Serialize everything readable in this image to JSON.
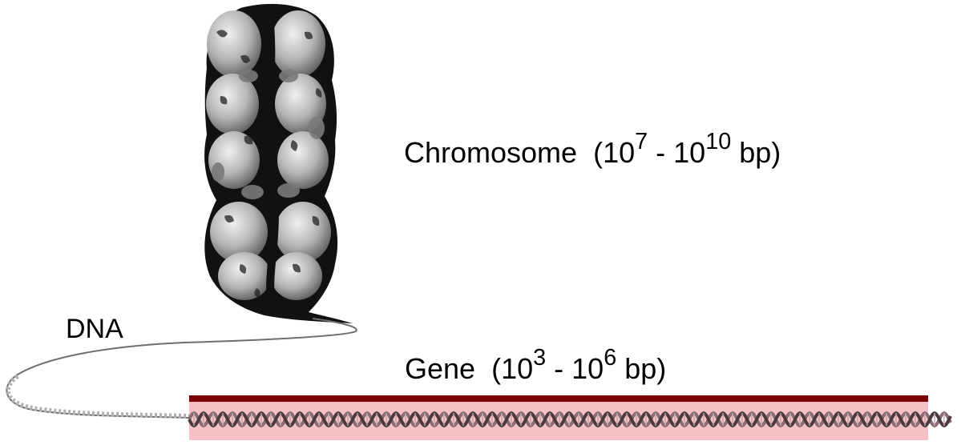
{
  "labels": {
    "chromosome": {
      "name": "Chromosome",
      "open": "(10",
      "exp1": "7",
      "mid": " - 10",
      "exp2": "10",
      "close": " bp)"
    },
    "gene": {
      "name": "Gene",
      "open": "(10",
      "exp1": "3",
      "mid": " - 10",
      "exp2": "6",
      "close": " bp)"
    },
    "dna": "DNA"
  },
  "colors": {
    "gene_bar": "#7a0000",
    "gene_highlight": "#f6c0c4",
    "chromosome_dark": "#111111",
    "chromosome_mid": "#808080",
    "chromosome_light": "#d6d6d6",
    "dna_strand": "#6f6f6f"
  }
}
